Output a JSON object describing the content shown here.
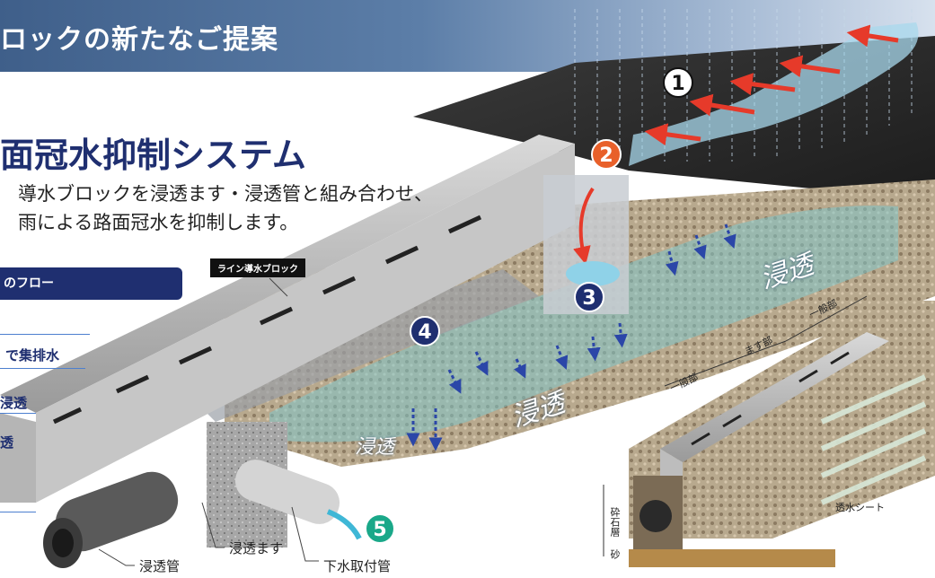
{
  "banner": {
    "title": "ロックの新たなご提案"
  },
  "system": {
    "title": "面冠水抑制システム",
    "desc_line1": "導水ブロックを浸透ます・浸透管と組み合わせ、",
    "desc_line2": "雨による路面冠水を抑制します。"
  },
  "flow": {
    "header": "のフロー",
    "items": [
      "で集排水",
      "浸透",
      "透"
    ]
  },
  "diagram": {
    "callout": "ライン導水ブロック",
    "infiltration": [
      "浸透",
      "浸透",
      "浸透"
    ],
    "badges": [
      "1",
      "2",
      "3",
      "4",
      "5"
    ],
    "labels": {
      "pipe": "浸透管",
      "basin": "浸透ます",
      "sewer": "下水取付管"
    }
  },
  "inset": {
    "general1": "一般部",
    "basin_part": "ます部",
    "general2": "一般部",
    "sheet": "透水シート",
    "gravel": "砕石層",
    "sand": "砂"
  },
  "colors": {
    "navy": "#1f2f70",
    "badge_orange": "#e8602a",
    "badge_blue": "#1f2f70",
    "badge_green": "#1aa889",
    "water": "#9fd6e8",
    "arrow_red": "#e63a2a"
  }
}
